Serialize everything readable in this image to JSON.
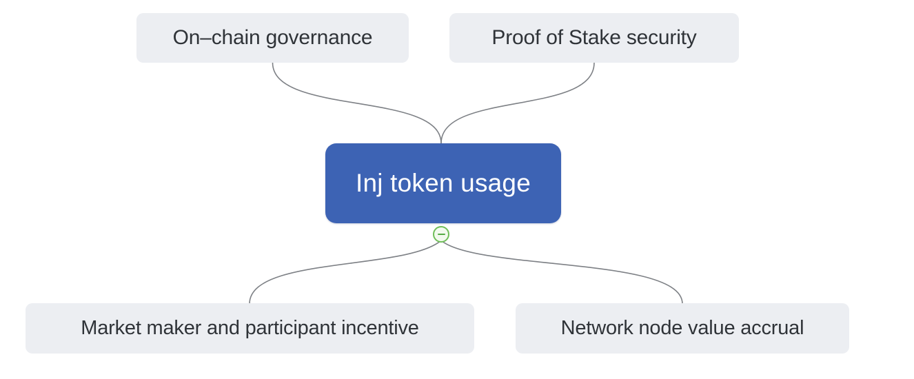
{
  "mindmap": {
    "root": {
      "label": "Inj token usage"
    },
    "branches_top": [
      {
        "label": "On–chain governance"
      },
      {
        "label": "Proof of Stake security"
      }
    ],
    "branches_bottom": [
      {
        "label": "Market maker and participant incentive"
      },
      {
        "label": "Network node value accrual"
      }
    ],
    "collapse_button": {
      "state": "expanded",
      "glyph": "minus"
    },
    "colors": {
      "root_bg": "#3d63b4",
      "root_text": "#ffffff",
      "node_bg": "#eceef2",
      "node_text": "#2f3338",
      "connector": "#7d8085",
      "collapse_border": "#6fbe58",
      "collapse_bg": "#f2faee",
      "collapse_glyph": "#55aa44",
      "canvas_bg": "#ffffff"
    }
  }
}
